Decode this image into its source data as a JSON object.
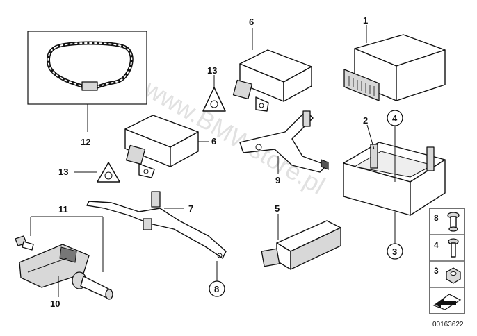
{
  "diagram": {
    "callouts": {
      "c1": "1",
      "c2": "2",
      "c3": "3",
      "c4": "4",
      "c5": "5",
      "c6a": "6",
      "c6b": "6",
      "c7": "7",
      "c8": "8",
      "c9": "9",
      "c10": "10",
      "c11": "11",
      "c12": "12",
      "c13a": "13",
      "c13b": "13"
    },
    "legend": {
      "item8": "8",
      "item4": "4",
      "item3": "3"
    },
    "watermark": "www.BMWstore.pl",
    "doc_number": "00163622"
  }
}
